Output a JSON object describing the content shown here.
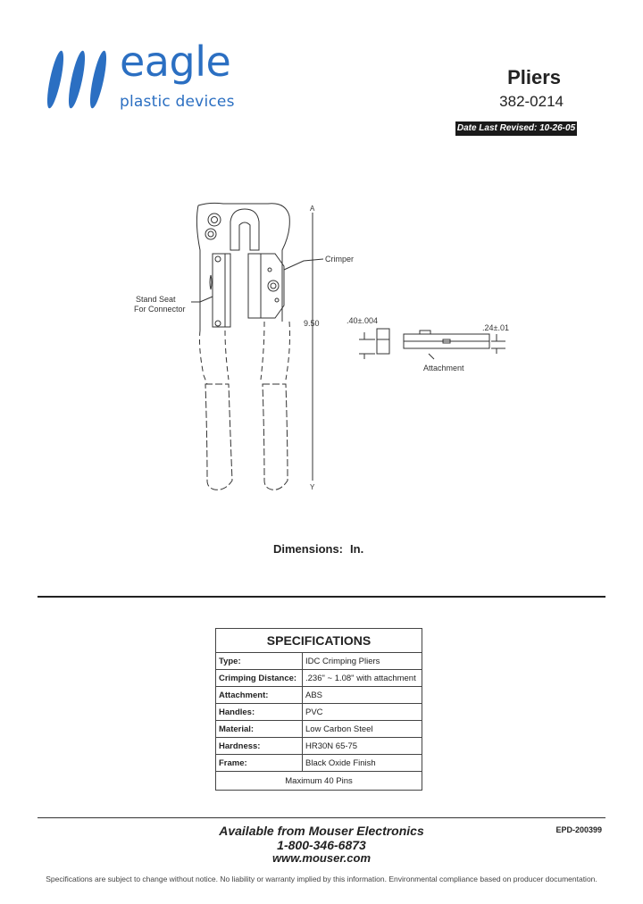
{
  "brand": {
    "name": "eagle",
    "sub": "plastic devices",
    "color": "#2b6fc2"
  },
  "product": {
    "title": "Pliers",
    "code": "382-0214"
  },
  "revised": "Date Last Revised:  10-26-05",
  "drawing": {
    "label_crimper": "Crimper",
    "label_stand_seat": "Stand Seat",
    "label_for_connector": "For Connector",
    "label_height": "9.50",
    "label_dim1": ".40±.004",
    "label_dim2": ".24±.01",
    "label_attachment": "Attachment",
    "arrow_top": "A",
    "arrow_bottom": "Y"
  },
  "dimensions_note": {
    "label": "Dimensions:",
    "unit": "In."
  },
  "specs": {
    "title": "SPECIFICATIONS",
    "rows": [
      {
        "key": "Type:",
        "value": "IDC Crimping Pliers"
      },
      {
        "key": "Crimping Distance:",
        "value": ".236\" ~ 1.08\" with attachment"
      },
      {
        "key": "Attachment:",
        "value": "ABS"
      },
      {
        "key": "Handles:",
        "value": "PVC"
      },
      {
        "key": "Material:",
        "value": "Low Carbon Steel"
      },
      {
        "key": "Hardness:",
        "value": "HR30N 65-75"
      },
      {
        "key": "Frame:",
        "value": "Black Oxide Finish"
      }
    ],
    "footer": "Maximum 40 Pins"
  },
  "footer": {
    "available": "Available from Mouser Electronics",
    "phone": "1-800-346-6873",
    "web": "www.mouser.com",
    "epd": "EPD-200399",
    "disclaimer": "Specifications are subject to change without notice. No liability or warranty implied by this information. Environmental compliance based on producer documentation."
  }
}
